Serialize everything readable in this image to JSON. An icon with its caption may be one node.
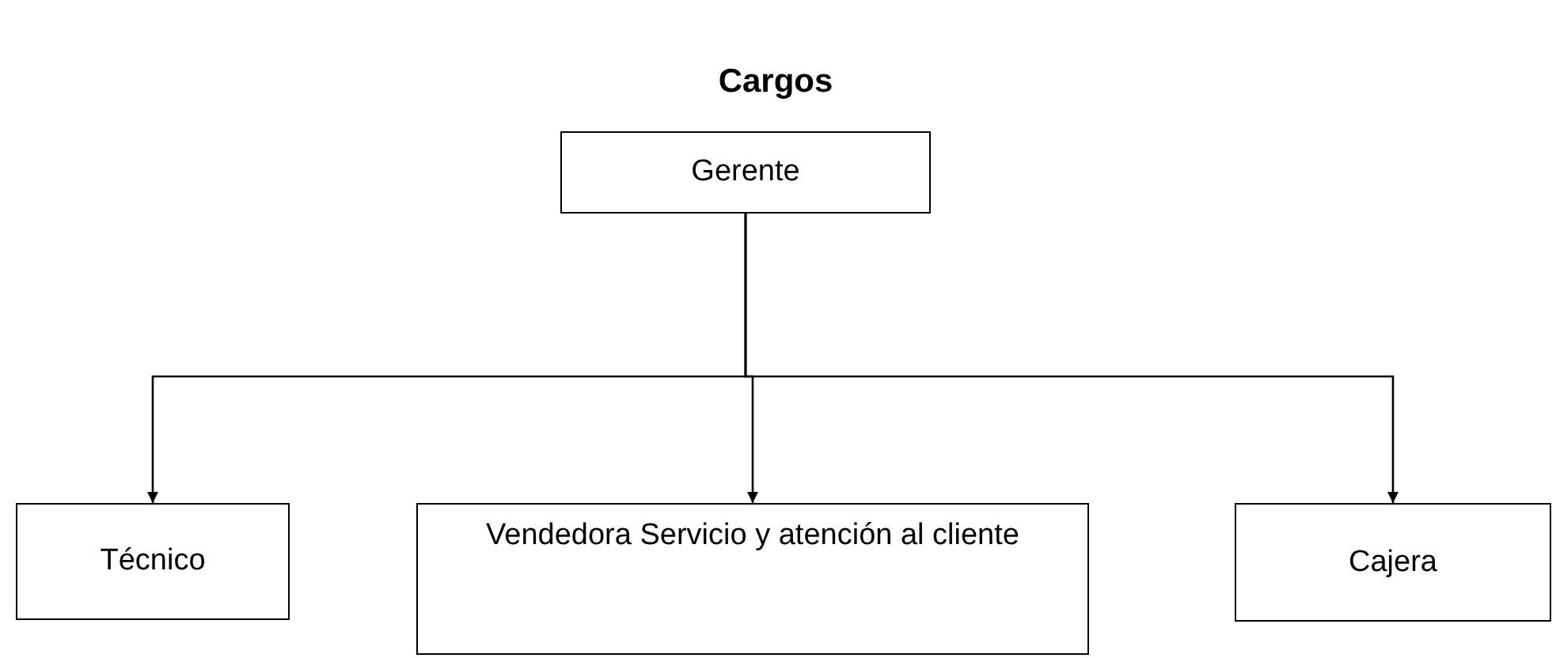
{
  "diagram": {
    "title": "Cargos",
    "nodes": [
      {
        "text": [
          "Gerente"
        ]
      },
      {
        "text": [
          "Técnico"
        ]
      },
      {
        "text": [
          "Vendedora Servicio y atención al cliente"
        ]
      },
      {
        "text": [
          "Cajera"
        ]
      }
    ],
    "edges": [
      {
        "from": 0,
        "to": 1,
        "arrow": "to"
      },
      {
        "from": 0,
        "to": 2,
        "arrow": "to"
      },
      {
        "from": 0,
        "to": 3,
        "arrow": "to"
      }
    ]
  }
}
